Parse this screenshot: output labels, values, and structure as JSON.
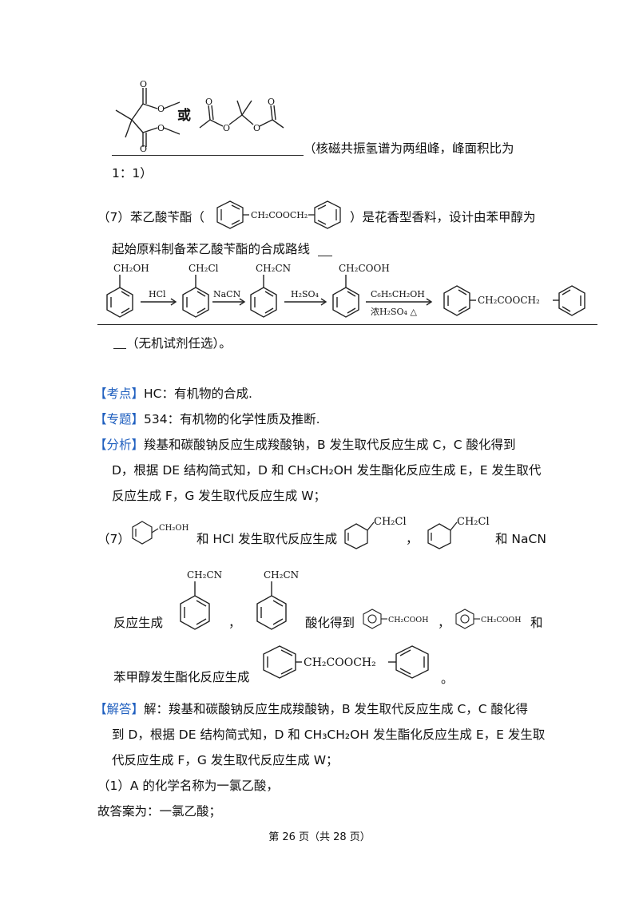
{
  "top": {
    "or_label": "或",
    "nmr_note": "（核磁共振氢谱为两组峰，峰面积比为",
    "ratio": "1：1）"
  },
  "q7": {
    "num": "（7）苯乙酸苄酯（",
    "struct_text": "CH₂COOCH₂",
    "after": "）是花香型香料，设计由苯甲醇为",
    "line2": "起始原料制备苯乙酸苄酯的合成路线",
    "tail": "（无机试剂任选）。"
  },
  "route": {
    "m1": "CH₂OH",
    "r1": "HCl",
    "m2": "CH₂Cl",
    "r2": "NaCN",
    "m3": "CH₂CN",
    "r3": "H₂SO₄",
    "m4": "CH₂COOH",
    "r4_top": "C₆H₅CH₂OH",
    "r4_bottom": "浓H₂SO₄ △",
    "product": "CH₂COOCH₂"
  },
  "kaodian": {
    "tag": "【考点】",
    "text": "HC：有机物的合成."
  },
  "zhuanti": {
    "tag": "【专题】",
    "text": "534：有机物的化学性质及推断."
  },
  "fenxi": {
    "tag": "【分析】",
    "l1": "羧基和碳酸钠反应生成羧酸钠，B 发生取代反应生成 C，C 酸化得到",
    "l2": "D，根据 DE 结构简式知，D 和 CH₃CH₂OH 发生酯化反应生成 E，E 发生取代",
    "l3": "反应生成 F，G 发生取代反应生成 W；"
  },
  "analysis7": {
    "num": "（7）",
    "a1": "和 HCl 发生取代反应生成",
    "comma": "，",
    "a2": "和 NaCN",
    "b1": "反应生成",
    "b2": "酸化得到",
    "b3": "和",
    "c1": "苯甲醇发生酯化反应生成",
    "period": "。",
    "lbl_oh": "CH₂OH",
    "lbl_cl": "CH₂Cl",
    "lbl_cn": "CH₂CN",
    "lbl_cooh": "CH₂COOH",
    "lbl_ester": "CH₂COOCH₂"
  },
  "jieda": {
    "tag": "【解答】",
    "l1": "解：羧基和碳酸钠反应生成羧酸钠，B 发生取代反应生成 C，C 酸化得",
    "l2": "到 D，根据 DE 结构简式知，D 和 CH₃CH₂OH 发生酯化反应生成 E，E 发生取",
    "l3": "代反应生成 F，G 发生取代反应生成 W；",
    "l4": "（1）A 的化学名称为一氯乙酸，",
    "l5": "故答案为：一氯乙酸；"
  },
  "footer": {
    "text": "第 26 页（共 28 页）"
  }
}
